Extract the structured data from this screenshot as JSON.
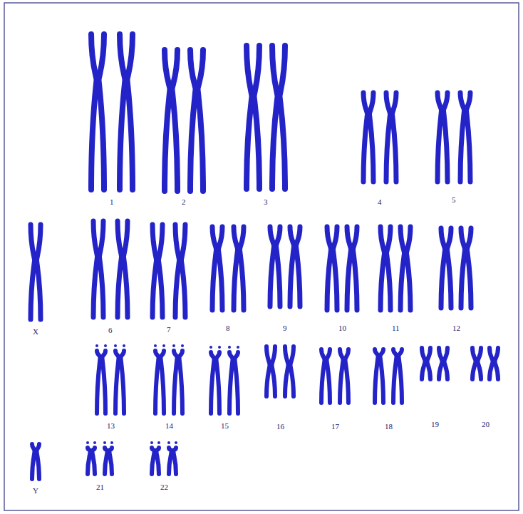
{
  "diagram": {
    "labels": [
      "1",
      "2",
      "3",
      "4",
      "5",
      "X",
      "6",
      "7",
      "8",
      "9",
      "10",
      "11",
      "12",
      "13",
      "14",
      "15",
      "16",
      "17",
      "18",
      "19",
      "20",
      "Y",
      "21",
      "22"
    ]
  }
}
